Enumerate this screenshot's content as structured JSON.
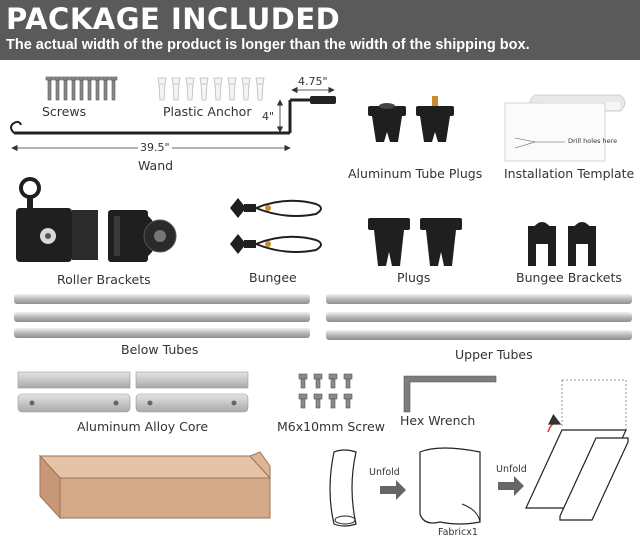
{
  "header": {
    "title": "PACKAGE INCLUDED",
    "subtitle": "The actual width of the product is longer than the width of the shipping box."
  },
  "items": {
    "screws": "Screws",
    "plastic_anchor": "Plastic Anchor",
    "wand": "Wand",
    "aluminum_tube_plugs": "Aluminum Tube Plugs",
    "installation_template": "Installation Template",
    "roller_brackets": "Roller Brackets",
    "bungee": "Bungee",
    "plugs": "Plugs",
    "bungee_brackets": "Bungee Brackets",
    "below_tubes": "Below Tubes",
    "upper_tubes": "Upper Tubes",
    "aluminum_alloy_core": "Aluminum Alloy Core",
    "m6_screw": "M6x10mm Screw",
    "hex_wrench": "Hex Wrench",
    "fabric": "Fabricx1"
  },
  "dimensions": {
    "wand_width": "4.75\"",
    "wand_height": "4\"",
    "wand_length": "39.5\""
  },
  "template_note": "Drill holes here",
  "steps": {
    "unfold_1": "Unfold",
    "unfold_2": "Unfold"
  },
  "colors": {
    "header_bg": "#5a5a5a",
    "metal": "#c8c8c8",
    "black_part": "#1f1f1f",
    "box": "#d4a98a",
    "arrow": "#666666",
    "accent_red": "#d9362b"
  }
}
